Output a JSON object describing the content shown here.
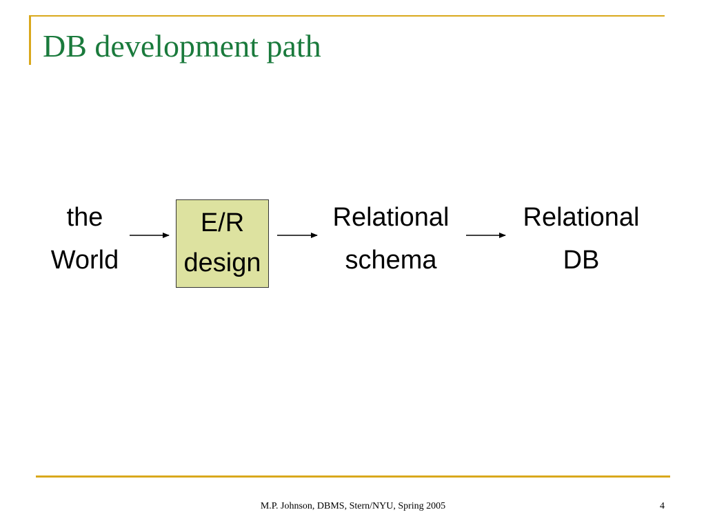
{
  "slide": {
    "title": "DB development path",
    "footer": "M.P. Johnson, DBMS, Stern/NYU, Spring 2005",
    "page_number": "4"
  },
  "diagram": {
    "nodes": [
      {
        "id": "world",
        "lines": [
          "the",
          "World"
        ]
      },
      {
        "id": "er",
        "lines": [
          "E/R",
          "design"
        ],
        "highlighted": true,
        "fill": "#dde2a0"
      },
      {
        "id": "schema",
        "lines": [
          "Relational",
          "schema"
        ]
      },
      {
        "id": "db",
        "lines": [
          "Relational",
          "DB"
        ]
      }
    ],
    "edges": [
      {
        "from": "world",
        "to": "er"
      },
      {
        "from": "er",
        "to": "schema"
      },
      {
        "from": "schema",
        "to": "db"
      }
    ]
  },
  "colors": {
    "title": "#1a7a3c",
    "rule": "#d9a81c",
    "box_fill": "#dde2a0"
  }
}
